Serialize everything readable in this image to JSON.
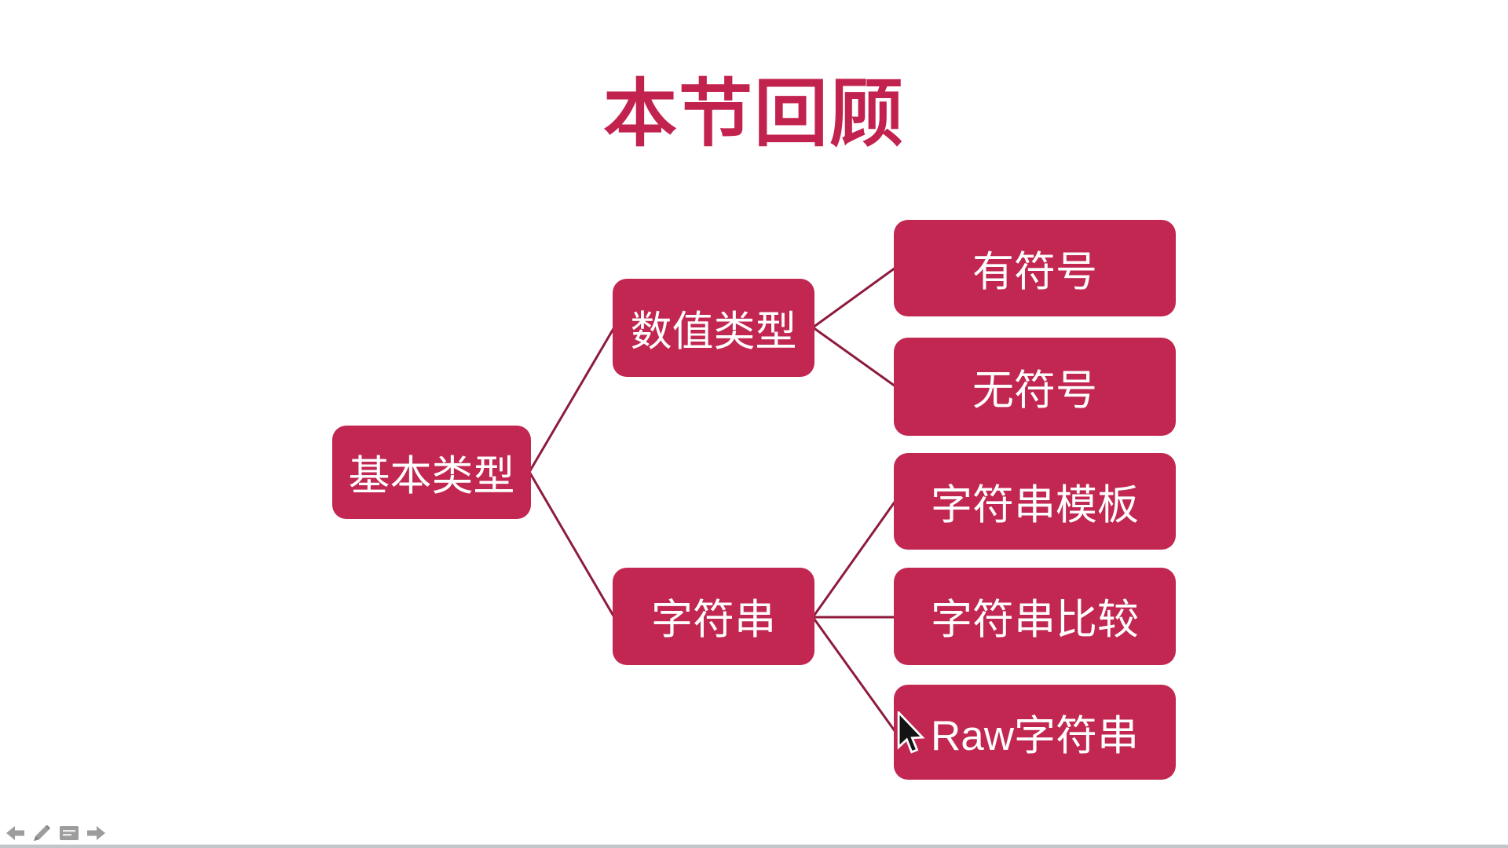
{
  "slide": {
    "title": "本节回顾",
    "title_color": "#c2234e",
    "background": "#ffffff"
  },
  "diagram": {
    "type": "hierarchy",
    "accent_color": "#c12750",
    "connector_color": "#8e1b3c",
    "node_text_color": "#ffffff",
    "nodes": [
      {
        "id": "basic-types",
        "label": "基本类型",
        "level": 1,
        "parent": null
      },
      {
        "id": "numeric-types",
        "label": "数值类型",
        "level": 2,
        "parent": "basic-types"
      },
      {
        "id": "string",
        "label": "字符串",
        "level": 2,
        "parent": "basic-types"
      },
      {
        "id": "signed",
        "label": "有符号",
        "level": 3,
        "parent": "numeric-types"
      },
      {
        "id": "unsigned",
        "label": "无符号",
        "level": 3,
        "parent": "numeric-types"
      },
      {
        "id": "string-template",
        "label": "字符串模板",
        "level": 3,
        "parent": "string"
      },
      {
        "id": "string-compare",
        "label": "字符串比较",
        "level": 3,
        "parent": "string"
      },
      {
        "id": "raw-string",
        "label": "Raw字符串",
        "level": 3,
        "parent": "string"
      }
    ]
  },
  "toolbar": {
    "icons": [
      {
        "name": "previous-slide-icon"
      },
      {
        "name": "pen-icon"
      },
      {
        "name": "all-slides-icon"
      },
      {
        "name": "next-slide-icon"
      }
    ]
  },
  "cursor": {
    "name": "arrow-cursor"
  }
}
